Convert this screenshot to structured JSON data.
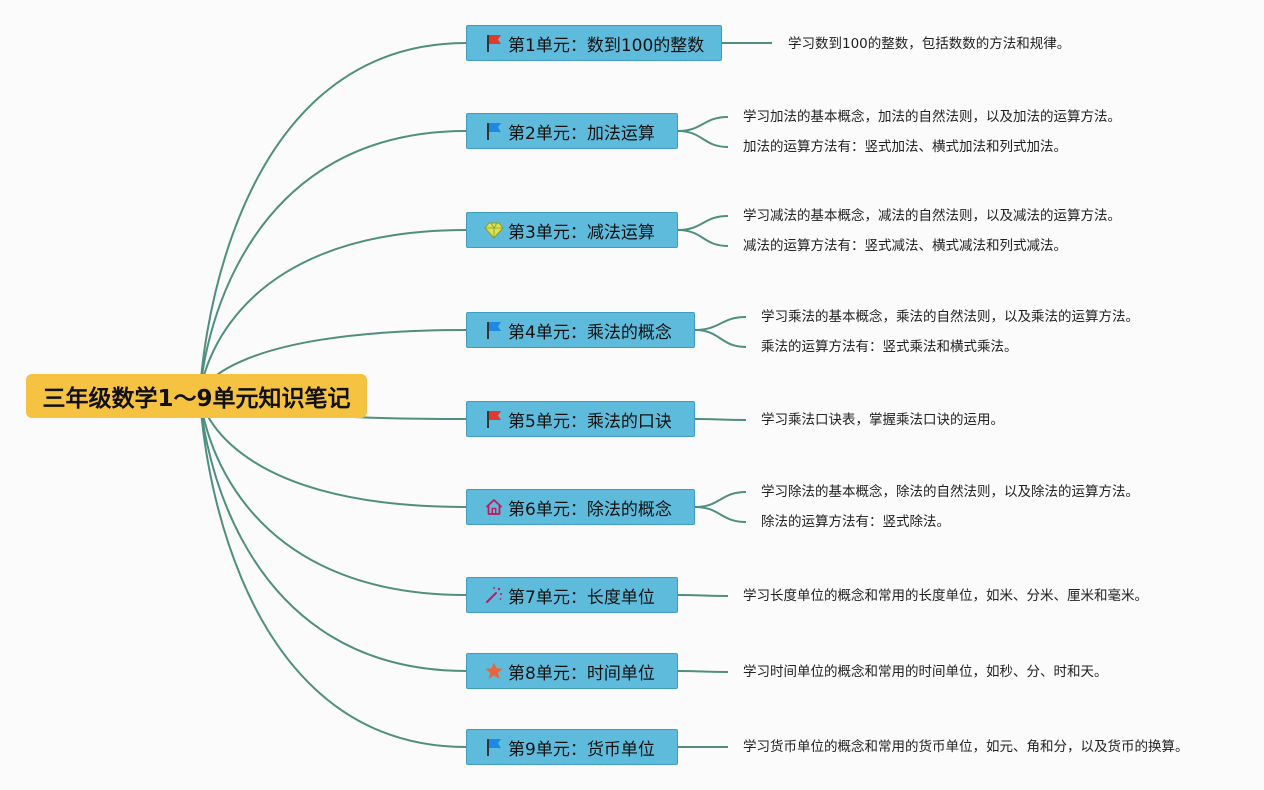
{
  "root": {
    "label": "三年级数学1～9单元知识笔记"
  },
  "units": [
    {
      "label": "第1单元：数到100的整数",
      "icon": "red-flag-icon",
      "notes": [
        "学习数到100的整数，包括数数的方法和规律。"
      ]
    },
    {
      "label": "第2单元：加法运算",
      "icon": "blue-flag-icon",
      "notes": [
        "学习加法的基本概念，加法的自然法则，以及加法的运算方法。",
        "加法的运算方法有：竖式加法、横式加法和列式加法。"
      ]
    },
    {
      "label": "第3单元：减法运算",
      "icon": "diamond-icon",
      "notes": [
        "学习减法的基本概念，减法的自然法则，以及减法的运算方法。",
        "减法的运算方法有：竖式减法、横式减法和列式减法。"
      ]
    },
    {
      "label": "第4单元：乘法的概念",
      "icon": "blue-flag-icon",
      "notes": [
        "学习乘法的基本概念，乘法的自然法则，以及乘法的运算方法。",
        "乘法的运算方法有：竖式乘法和横式乘法。"
      ]
    },
    {
      "label": "第5单元：乘法的口诀",
      "icon": "red-flag-icon",
      "notes": [
        "学习乘法口诀表，掌握乘法口诀的运用。"
      ]
    },
    {
      "label": "第6单元：除法的概念",
      "icon": "house-icon",
      "notes": [
        "学习除法的基本概念，除法的自然法则，以及除法的运算方法。",
        "除法的运算方法有：竖式除法。"
      ]
    },
    {
      "label": "第7单元：长度单位",
      "icon": "magic-wand-icon",
      "notes": [
        "学习长度单位的概念和常用的长度单位，如米、分米、厘米和毫米。"
      ]
    },
    {
      "label": "第8单元：时间单位",
      "icon": "star-icon",
      "notes": [
        "学习时间单位的概念和常用的时间单位，如秒、分、时和天。"
      ]
    },
    {
      "label": "第9单元：货币单位",
      "icon": "blue-flag-icon",
      "notes": [
        "学习货币单位的概念和常用的货币单位，如元、角和分，以及货币的换算。"
      ]
    }
  ],
  "colors": {
    "root_fill": "#f5c242",
    "unit_fill": "#5ebbdc",
    "unit_border": "#3f9dc0",
    "connector": "#4f8f7d",
    "red_flag": "#e03a2c",
    "blue_flag": "#1e88e5",
    "diamond": "#d6e35a",
    "house": "#c2185b",
    "magic_wand": "#c2185b",
    "star": "#e8663a"
  }
}
